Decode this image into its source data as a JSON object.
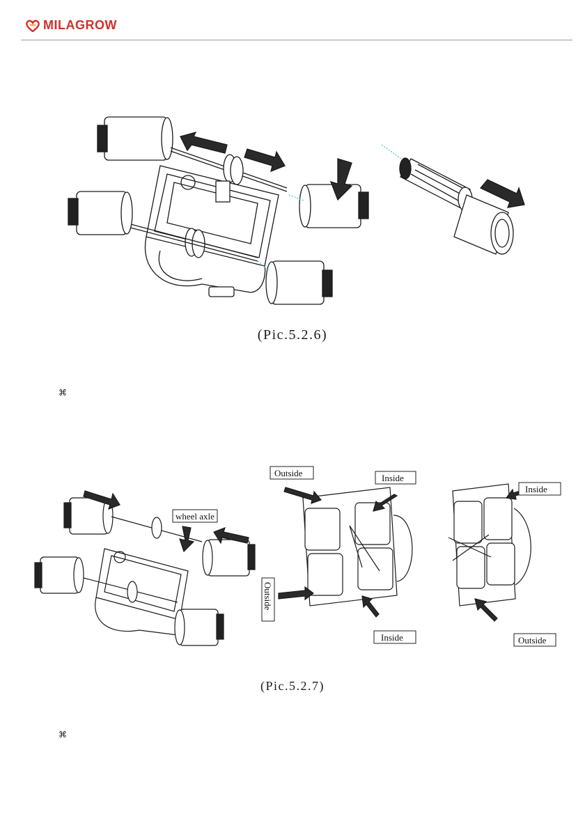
{
  "header": {
    "brand": "MILAGROW",
    "brand_color": "#d0312d",
    "logo_icon": "heart-swirl-icon"
  },
  "figure1": {
    "caption": "(Pic.5.2.6)"
  },
  "bullet1": {
    "symbol": "⌘"
  },
  "figure2": {
    "caption": "(Pic.5.2.7)",
    "labels": {
      "wheel_axle": "wheel axle",
      "outside_top": "Outside",
      "inside_top": "Inside",
      "outside_side": "Outside",
      "inside_bottom": "Inside",
      "inside_right": "Inside",
      "outside_bottom": "Outside"
    }
  },
  "bullet2": {
    "symbol": "⌘"
  }
}
